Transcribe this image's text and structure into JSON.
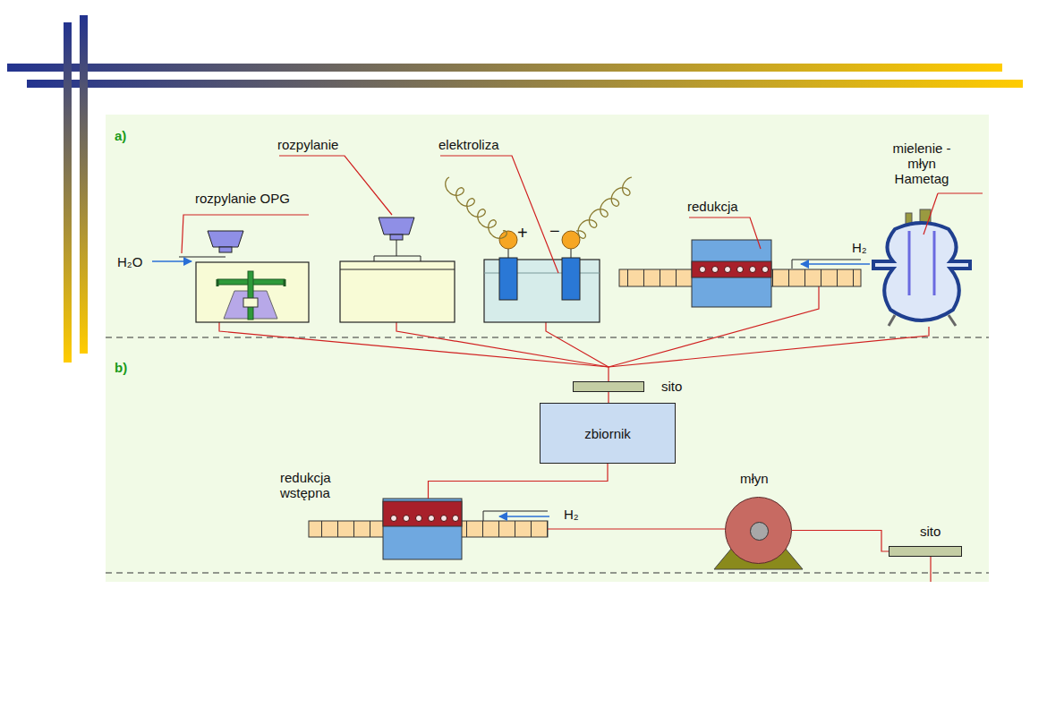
{
  "diagram": {
    "nodes": [
      {
        "text": [
          "sito"
        ]
      },
      {
        "text": [
          "zbiornik"
        ]
      },
      {
        "text": [
          "redukcja wstępna"
        ]
      },
      {
        "text": [
          "młyn"
        ]
      },
      {
        "text": [
          "sito"
        ]
      }
    ],
    "edges": [
      {
        "from": 0,
        "to": 1,
        "arrow": "none"
      },
      {
        "from": 1,
        "to": 2,
        "arrow": "none"
      },
      {
        "from": 2,
        "to": 3,
        "arrow": "none"
      },
      {
        "from": 3,
        "to": 4,
        "arrow": "none"
      }
    ],
    "labels": [
      "a)",
      "rozpylanie OPG",
      "H₂O",
      "rozpylanie",
      "elektroliza",
      "+",
      "−",
      "redukcja",
      "H₂",
      "mielenie - młyn Hametag",
      "b)",
      "H₂"
    ]
  }
}
